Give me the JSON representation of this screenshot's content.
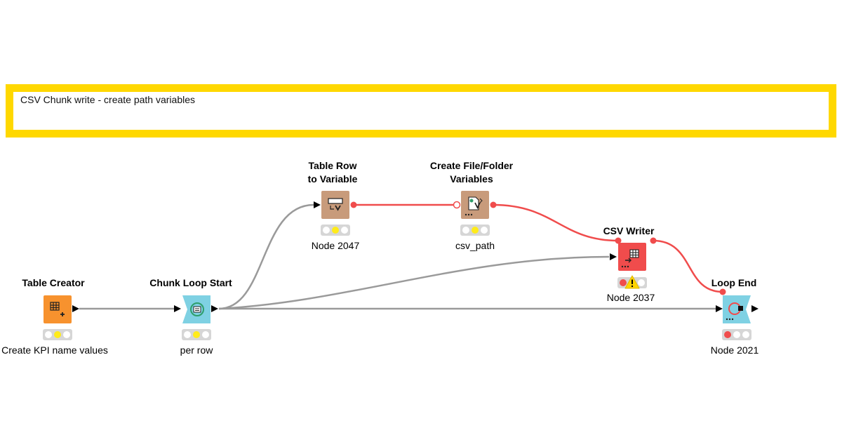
{
  "annotation": {
    "text": "CSV Chunk write - create path variables",
    "border_color": "#FFD800"
  },
  "colors": {
    "source_node": "#F7922E",
    "loop_node": "#7FD1E3",
    "manipulator_node": "#C89B7B",
    "sink_node": "#F04C4C",
    "data_wire": "#9A9A9A",
    "flow_variable_wire": "#F04C4C",
    "status_idle": "#D6D6D6",
    "status_configured": "#FFEB1A",
    "status_error": "#F04C4C",
    "warning": "#FFD500"
  },
  "nodes": {
    "table_creator": {
      "title": "Table Creator",
      "label": "Create KPI name values",
      "icon": "table-plus-icon",
      "status": [
        "idle",
        "configured",
        "idle"
      ]
    },
    "chunk_loop_start": {
      "title": "Chunk Loop Start",
      "label": "per row",
      "icon": "loop-start-icon",
      "status": [
        "idle",
        "configured",
        "idle"
      ]
    },
    "table_row_to_variable": {
      "title_lines": [
        "Table Row",
        "to Variable"
      ],
      "label": "Node 2047",
      "icon": "row-to-variable-icon",
      "status": [
        "idle",
        "configured",
        "idle"
      ]
    },
    "create_file_folder_variables": {
      "title_lines": [
        "Create File/Folder",
        "Variables"
      ],
      "label": "csv_path",
      "icon": "file-variable-icon",
      "status": [
        "idle",
        "configured",
        "idle"
      ]
    },
    "csv_writer": {
      "title": "CSV Writer",
      "label": "Node 2037",
      "icon": "table-export-icon",
      "status": [
        "error",
        "idle",
        "idle"
      ],
      "warning": true
    },
    "loop_end": {
      "title": "Loop End",
      "label": "Node 2021",
      "icon": "loop-end-icon",
      "status": [
        "error",
        "idle",
        "idle"
      ]
    }
  },
  "connections": [
    {
      "from": "table_creator",
      "to": "chunk_loop_start",
      "type": "data"
    },
    {
      "from": "chunk_loop_start",
      "to": "table_row_to_variable",
      "type": "data"
    },
    {
      "from": "chunk_loop_start",
      "to": "csv_writer",
      "type": "data"
    },
    {
      "from": "chunk_loop_start",
      "to": "loop_end",
      "type": "data"
    },
    {
      "from": "table_row_to_variable",
      "to": "create_file_folder_variables",
      "type": "flow_variable"
    },
    {
      "from": "create_file_folder_variables",
      "to": "csv_writer",
      "type": "flow_variable"
    },
    {
      "from": "csv_writer",
      "to": "loop_end",
      "type": "flow_variable"
    }
  ]
}
